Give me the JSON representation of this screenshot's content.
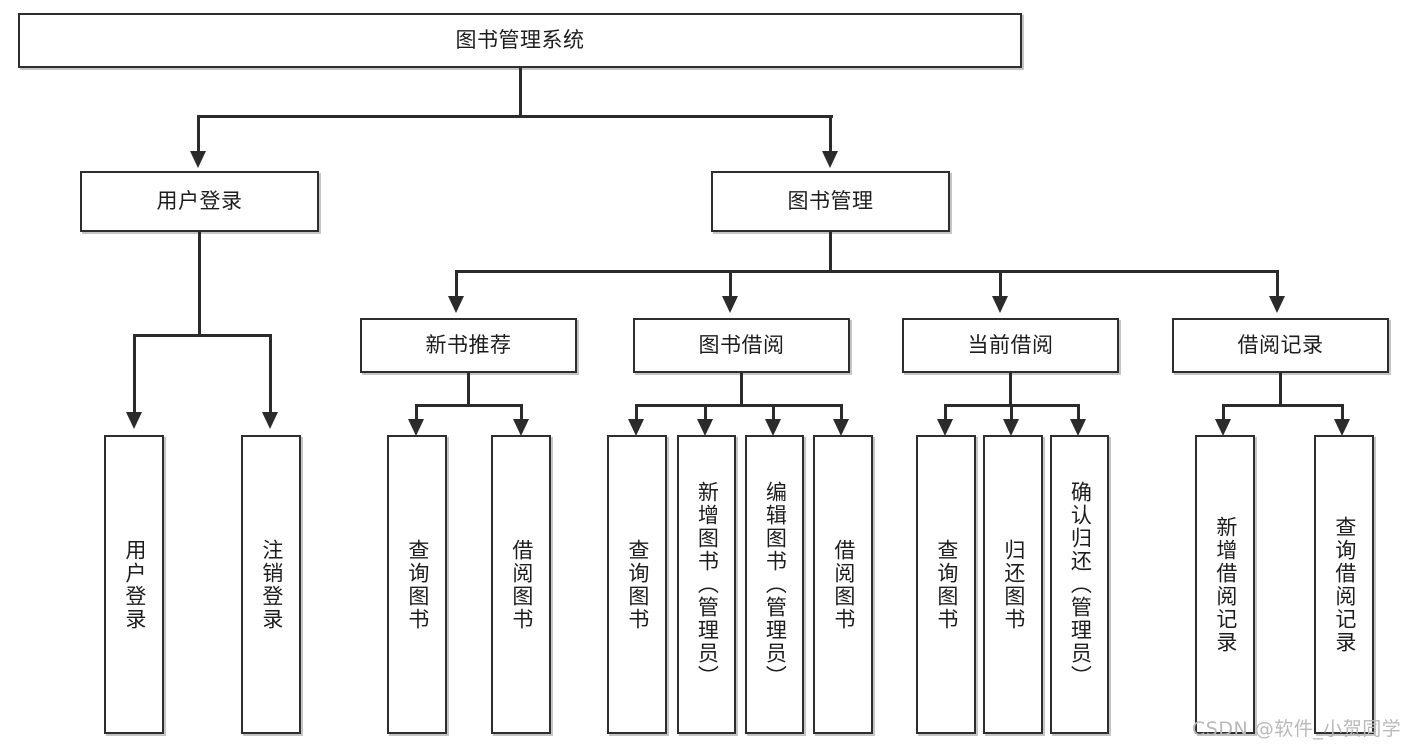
{
  "diagram": {
    "type": "tree-hierarchy-chart",
    "title": "图书管理系统",
    "watermark": "CSDN @软件_小贺同学",
    "colors": {
      "box_border": "#2e2e2e",
      "line": "#2b2b2b",
      "background": "#ffffff",
      "text": "#1d1d1d",
      "watermark": "#b9b9b9"
    },
    "nodes": {
      "root": "图书管理系统",
      "level2": {
        "user_login": "用户登录",
        "book_manage": "图书管理"
      },
      "level3": {
        "new_book_recommend": "新书推荐",
        "book_borrow": "图书借阅",
        "current_borrow": "当前借阅",
        "borrow_record": "借阅记录"
      },
      "leaves": {
        "user_login_1": "用户登录",
        "user_login_2": "注销登录",
        "recommend_1": "查询图书",
        "recommend_2": "借阅图书",
        "borrow_1": "查询图书",
        "borrow_2": "新增图书（管理员）",
        "borrow_3": "编辑图书（管理员）",
        "borrow_4": "借阅图书",
        "current_1": "查询图书",
        "current_2": "归还图书",
        "current_3": "确认归还（管理员）",
        "record_1": "新增借阅记录",
        "record_2": "查询借阅记录"
      }
    }
  }
}
